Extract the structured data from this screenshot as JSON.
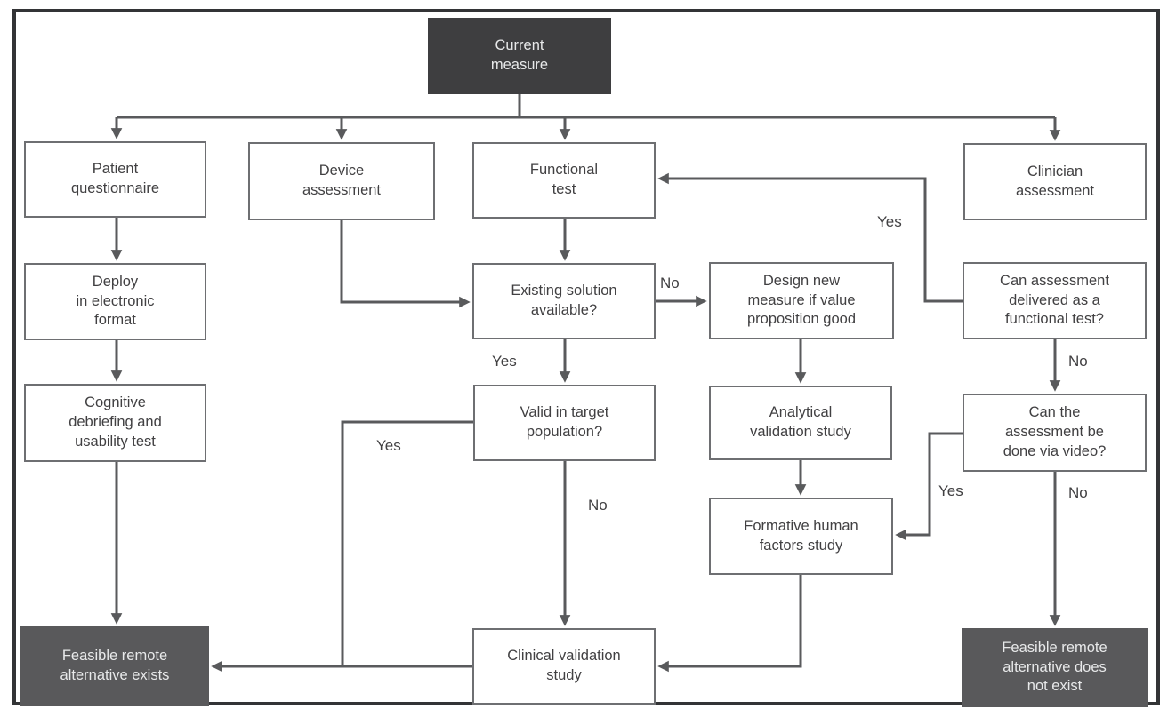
{
  "diagram": {
    "description": "Flowchart for deciding whether a feasible remote alternative exists for a current clinical measure"
  },
  "nodes": {
    "current_measure": {
      "label": "Current\nmeasure",
      "type": "dark"
    },
    "patient_questionnaire": {
      "label": "Patient\nquestionnaire",
      "type": "light"
    },
    "device_assessment": {
      "label": "Device\nassessment",
      "type": "light"
    },
    "functional_test": {
      "label": "Functional\ntest",
      "type": "light"
    },
    "clinician_assessment": {
      "label": "Clinician\nassessment",
      "type": "light"
    },
    "deploy_electronic": {
      "label": "Deploy\nin electronic\nformat",
      "type": "light"
    },
    "existing_solution": {
      "label": "Existing solution\navailable?",
      "type": "light"
    },
    "design_new_measure": {
      "label": "Design new\nmeasure if value\nproposition good",
      "type": "light"
    },
    "can_functional": {
      "label": "Can assessment\ndelivered as a\nfunctional test?",
      "type": "light"
    },
    "cognitive_debriefing": {
      "label": "Cognitive\ndebriefing and\nusability test",
      "type": "light"
    },
    "valid_target": {
      "label": "Valid in target\npopulation?",
      "type": "light"
    },
    "analytical_validation": {
      "label": "Analytical\nvalidation study",
      "type": "light"
    },
    "can_video": {
      "label": "Can the\nassessment be\ndone via video?",
      "type": "light"
    },
    "formative_human": {
      "label": "Formative human\nfactors study",
      "type": "light"
    },
    "clinical_validation": {
      "label": "Clinical validation\nstudy",
      "type": "light"
    },
    "feasible_exists": {
      "label": "Feasible remote\nalternative exists",
      "type": "dark"
    },
    "feasible_not_exist": {
      "label": "Feasible remote\nalternative does\nnot exist",
      "type": "dark"
    }
  },
  "edge_labels": {
    "existing_no": "No",
    "existing_yes": "Yes",
    "valid_yes": "Yes",
    "valid_no": "No",
    "functional_loop_yes": "Yes",
    "can_functional_no": "No",
    "video_yes": "Yes",
    "video_no": "No"
  },
  "colors": {
    "frame_border": "#333436",
    "line": "#595a5c",
    "light_node_border": "#6e6f72",
    "dark_node_top": "#3e3e40",
    "dark_node_bottom": "#59595b",
    "text_dark": "#414042",
    "text_light": "#e8e9ea",
    "bg": "#ffffff"
  }
}
